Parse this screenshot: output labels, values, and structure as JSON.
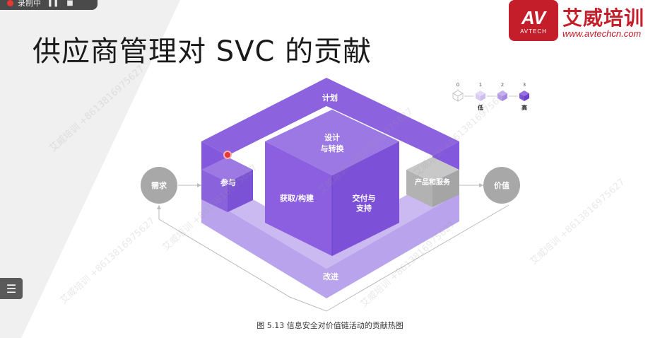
{
  "recording": {
    "label": "录制中",
    "pause_icon": "pause-icon",
    "stop_icon": "stop-icon"
  },
  "slide": {
    "title": "供应商管理对 SVC 的贡献"
  },
  "logo": {
    "mark": "AV",
    "mark_sub": "AVTECH",
    "name": "艾威培训",
    "url": "www.avtechcn.com"
  },
  "diagram": {
    "plan": "计划",
    "engage": "参与",
    "design_1": "设计",
    "design_2": "与转换",
    "obtain": "获取/构建",
    "deliver_1": "交付与",
    "deliver_2": "支持",
    "improve": "改进",
    "products": "产品和服务",
    "demand": "需求",
    "value": "价值"
  },
  "legend": {
    "levels": [
      "0",
      "1",
      "2",
      "3"
    ],
    "low": "低",
    "high": "高",
    "colors": [
      "#ffffff",
      "#d9ccf2",
      "#b59ae8",
      "#7b52d6"
    ]
  },
  "watermark": {
    "text": "艾威培训 +8613816975627"
  },
  "caption": "图 5.13 信息安全对价值链活动的贡献热图",
  "menu_icon": "menu-icon"
}
